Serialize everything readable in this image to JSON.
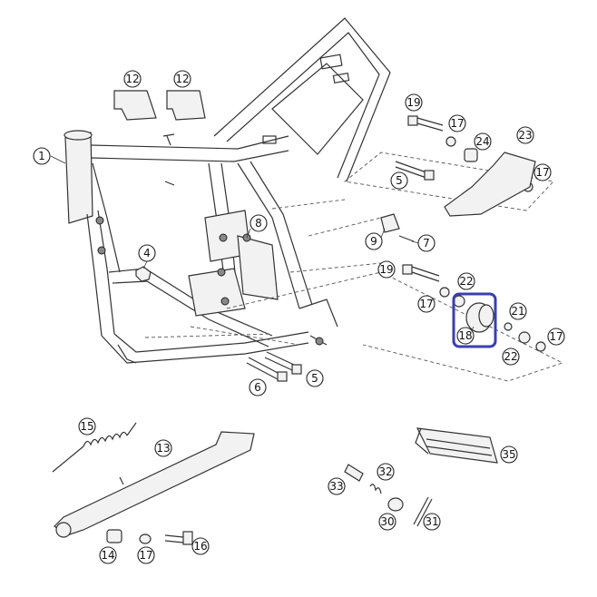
{
  "diagram": {
    "highlight_color": "#3a3fb0",
    "callouts": [
      {
        "id": "c1",
        "label": "1"
      },
      {
        "id": "c12a",
        "label": "12"
      },
      {
        "id": "c12b",
        "label": "12"
      },
      {
        "id": "c19a",
        "label": "19"
      },
      {
        "id": "c17a",
        "label": "17"
      },
      {
        "id": "c24",
        "label": "24"
      },
      {
        "id": "c23",
        "label": "23"
      },
      {
        "id": "c5a",
        "label": "5"
      },
      {
        "id": "c17b",
        "label": "17"
      },
      {
        "id": "c8",
        "label": "8"
      },
      {
        "id": "c4",
        "label": "4"
      },
      {
        "id": "c9",
        "label": "9"
      },
      {
        "id": "c7",
        "label": "7"
      },
      {
        "id": "c19b",
        "label": "19"
      },
      {
        "id": "c22a",
        "label": "22"
      },
      {
        "id": "c17c",
        "label": "17"
      },
      {
        "id": "c21",
        "label": "21"
      },
      {
        "id": "c18",
        "label": "18"
      },
      {
        "id": "c22b",
        "label": "22"
      },
      {
        "id": "c17d",
        "label": "17"
      },
      {
        "id": "c6",
        "label": "6"
      },
      {
        "id": "c5b",
        "label": "5"
      },
      {
        "id": "c15",
        "label": "15"
      },
      {
        "id": "c13",
        "label": "13"
      },
      {
        "id": "c35",
        "label": "35"
      },
      {
        "id": "c33",
        "label": "33"
      },
      {
        "id": "c32",
        "label": "32"
      },
      {
        "id": "c30",
        "label": "30"
      },
      {
        "id": "c31",
        "label": "31"
      },
      {
        "id": "c14",
        "label": "14"
      },
      {
        "id": "c17e",
        "label": "17"
      },
      {
        "id": "c16",
        "label": "16"
      }
    ]
  }
}
